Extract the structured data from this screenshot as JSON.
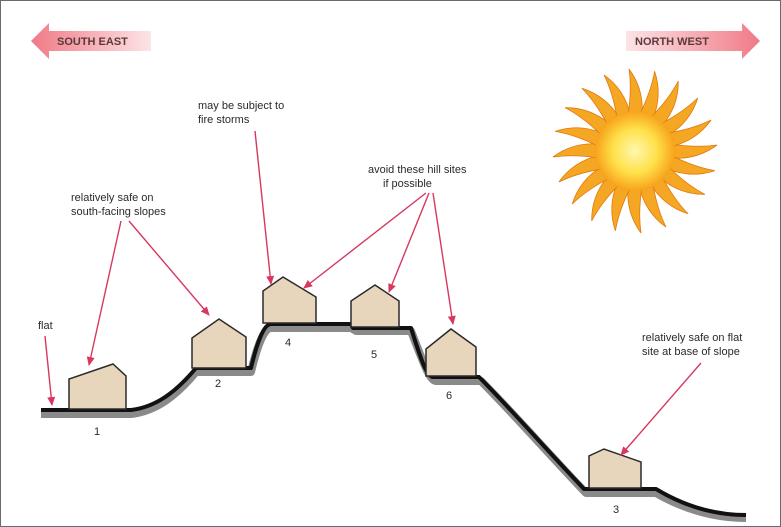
{
  "directions": {
    "left": "SOUTH EAST",
    "right": "NORTH WEST"
  },
  "annotations": {
    "flat": "flat",
    "south_facing_line1": "relatively safe on",
    "south_facing_line2": "south-facing slopes",
    "fire_line1": "may be subject to",
    "fire_line2": "fire storms",
    "avoid_line1": "avoid these hill sites",
    "avoid_line2": "if possible",
    "base_line1": "relatively safe on flat",
    "base_line2": "site at base of slope"
  },
  "house_numbers": {
    "h1": "1",
    "h2": "2",
    "h3": "3",
    "h4": "4",
    "h5": "5",
    "h6": "6"
  },
  "colors": {
    "arrow": "#d8385f",
    "direction_arrow": "#f0a0a8",
    "ground": "#111111",
    "ground_shadow": "#8a8a8a",
    "house_fill": "#e8d6bc",
    "sun_ray": "#f5a623",
    "sun_core": "#ffe14a"
  }
}
